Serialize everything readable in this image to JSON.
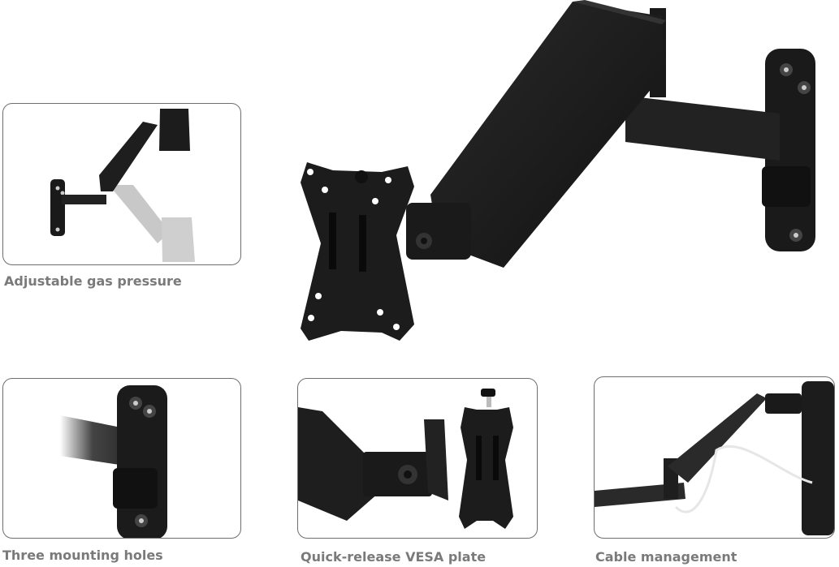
{
  "captions": {
    "gas_pressure": "Adjustable gas pressure",
    "mounting_holes": "Three mounting holes",
    "vesa_plate": "Quick-release VESA plate",
    "cable_management": "Cable management"
  },
  "colors": {
    "metal": "#1c1c1c",
    "caption": "#7a7a7a",
    "panel_border": "#6e6e6e"
  }
}
